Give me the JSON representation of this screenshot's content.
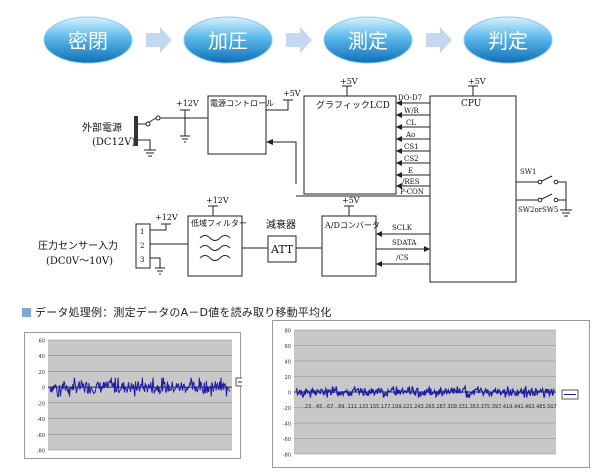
{
  "flow": {
    "steps": [
      "密閉",
      "加圧",
      "測定",
      "判定"
    ]
  },
  "circuit": {
    "power_block": "電源コントロール",
    "lcd_block": "グラフィックLCD",
    "cpu_block": "CPU",
    "filter_block": "低域フィルター",
    "attenuator_title": "減衰器",
    "att_block": "ATT",
    "adc_block": "A/Dコンバータ",
    "ext_power_line1": "外部電源",
    "ext_power_line2": "(DC12V)",
    "sensor_input_line1": "圧力センサー入力",
    "sensor_input_line2": "(DC0V～10V)",
    "v12_a": "+12V",
    "v5_power": "+5V",
    "v5_lcd": "+5V",
    "v5_cpu": "+5V",
    "v12_sensor": "+12V",
    "v12_filter": "+12V",
    "v5_adc": "+5V",
    "lcd_signals": [
      "DO-D7",
      "W/R",
      "CL",
      "Ao",
      "CS1",
      "CS2",
      "E",
      "/RES",
      "P-CON"
    ],
    "adc_signals": [
      "SCLK",
      "SDATA",
      "/CS"
    ],
    "sw1": "SW1",
    "sw2": "SW2orSW5",
    "connector_pins": [
      "1",
      "2",
      "3"
    ]
  },
  "caption": "データ処理例：測定データのA－D値を読み取り移動平均化",
  "chart_data": [
    {
      "type": "line",
      "title": "",
      "y_ticks": [
        60,
        40,
        20,
        0,
        -20,
        -40,
        -60,
        -80
      ],
      "ylim": [
        -80,
        60
      ],
      "grid": true,
      "legend": "right",
      "series": [
        {
          "approx_mean": 0,
          "approx_range": [
            -10,
            10
          ]
        }
      ]
    },
    {
      "type": "line",
      "title": "",
      "y_ticks": [
        80,
        60,
        40,
        20,
        0,
        -20,
        -40,
        -60,
        -80
      ],
      "x_ticks": [
        23,
        45,
        67,
        89,
        111,
        133,
        155,
        177,
        199,
        221,
        243,
        265,
        287,
        309,
        331,
        353,
        375,
        397,
        419,
        441,
        463,
        485,
        507
      ],
      "ylim": [
        -80,
        80
      ],
      "grid": true,
      "legend": "right",
      "series": [
        {
          "approx_mean": 0,
          "approx_range": [
            -6,
            6
          ]
        }
      ]
    }
  ],
  "colors": {
    "pill_light": "#bfe6fb",
    "pill_dark": "#1a7fc4",
    "arrow": "#c4d9ef",
    "plot_bg": "#c8c8c8",
    "series": "#1c1ca8"
  }
}
